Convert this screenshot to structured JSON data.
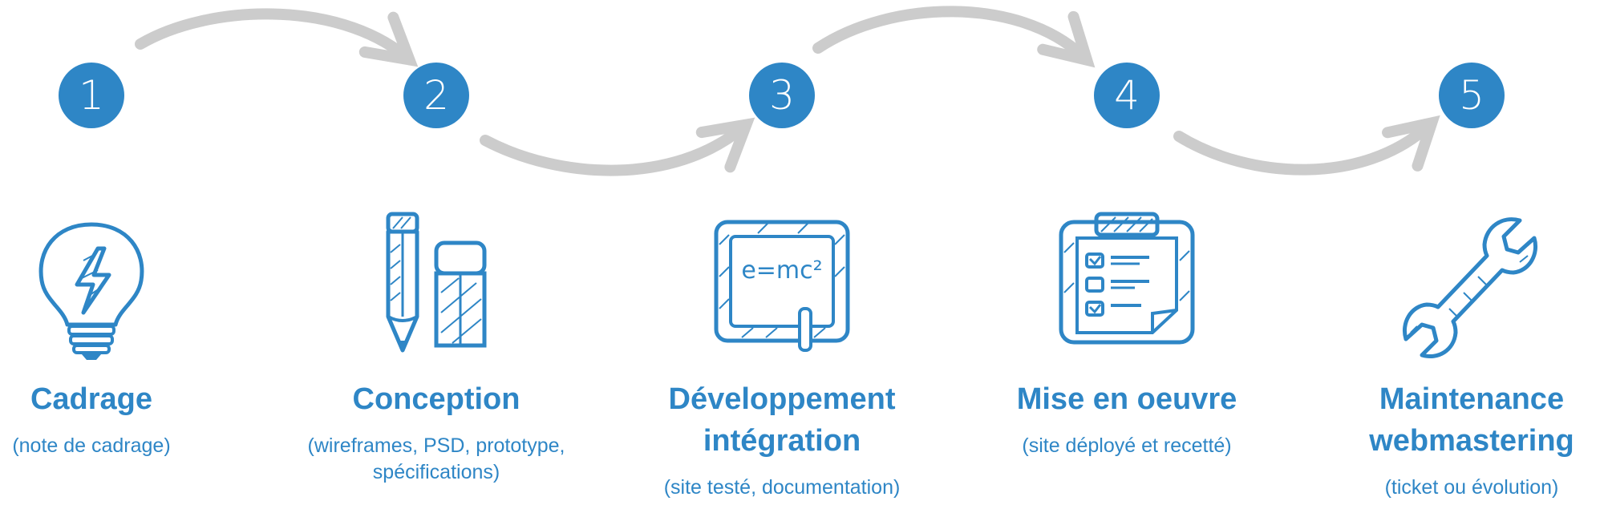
{
  "colors": {
    "accent": "#2e86c6",
    "arrow": "#cccccc",
    "background": "#ffffff"
  },
  "steps": [
    {
      "number": "1",
      "icon": "lightbulb-icon",
      "title": [
        "Cadrage"
      ],
      "desc": "(note de cadrage)"
    },
    {
      "number": "2",
      "icon": "pencil-eraser-icon",
      "title": [
        "Conception"
      ],
      "desc": "(wireframes, PSD, prototype, spécifications)"
    },
    {
      "number": "3",
      "icon": "blackboard-icon",
      "board_text": "e=mc²",
      "title": [
        "Développement",
        "intégration"
      ],
      "desc": "(site testé, documentation)"
    },
    {
      "number": "4",
      "icon": "clipboard-checklist-icon",
      "title": [
        "Mise en oeuvre"
      ],
      "desc": "(site déployé et recetté)"
    },
    {
      "number": "5",
      "icon": "wrench-icon",
      "title": [
        "Maintenance",
        "webmastering"
      ],
      "desc": "(ticket ou évolution)"
    }
  ]
}
